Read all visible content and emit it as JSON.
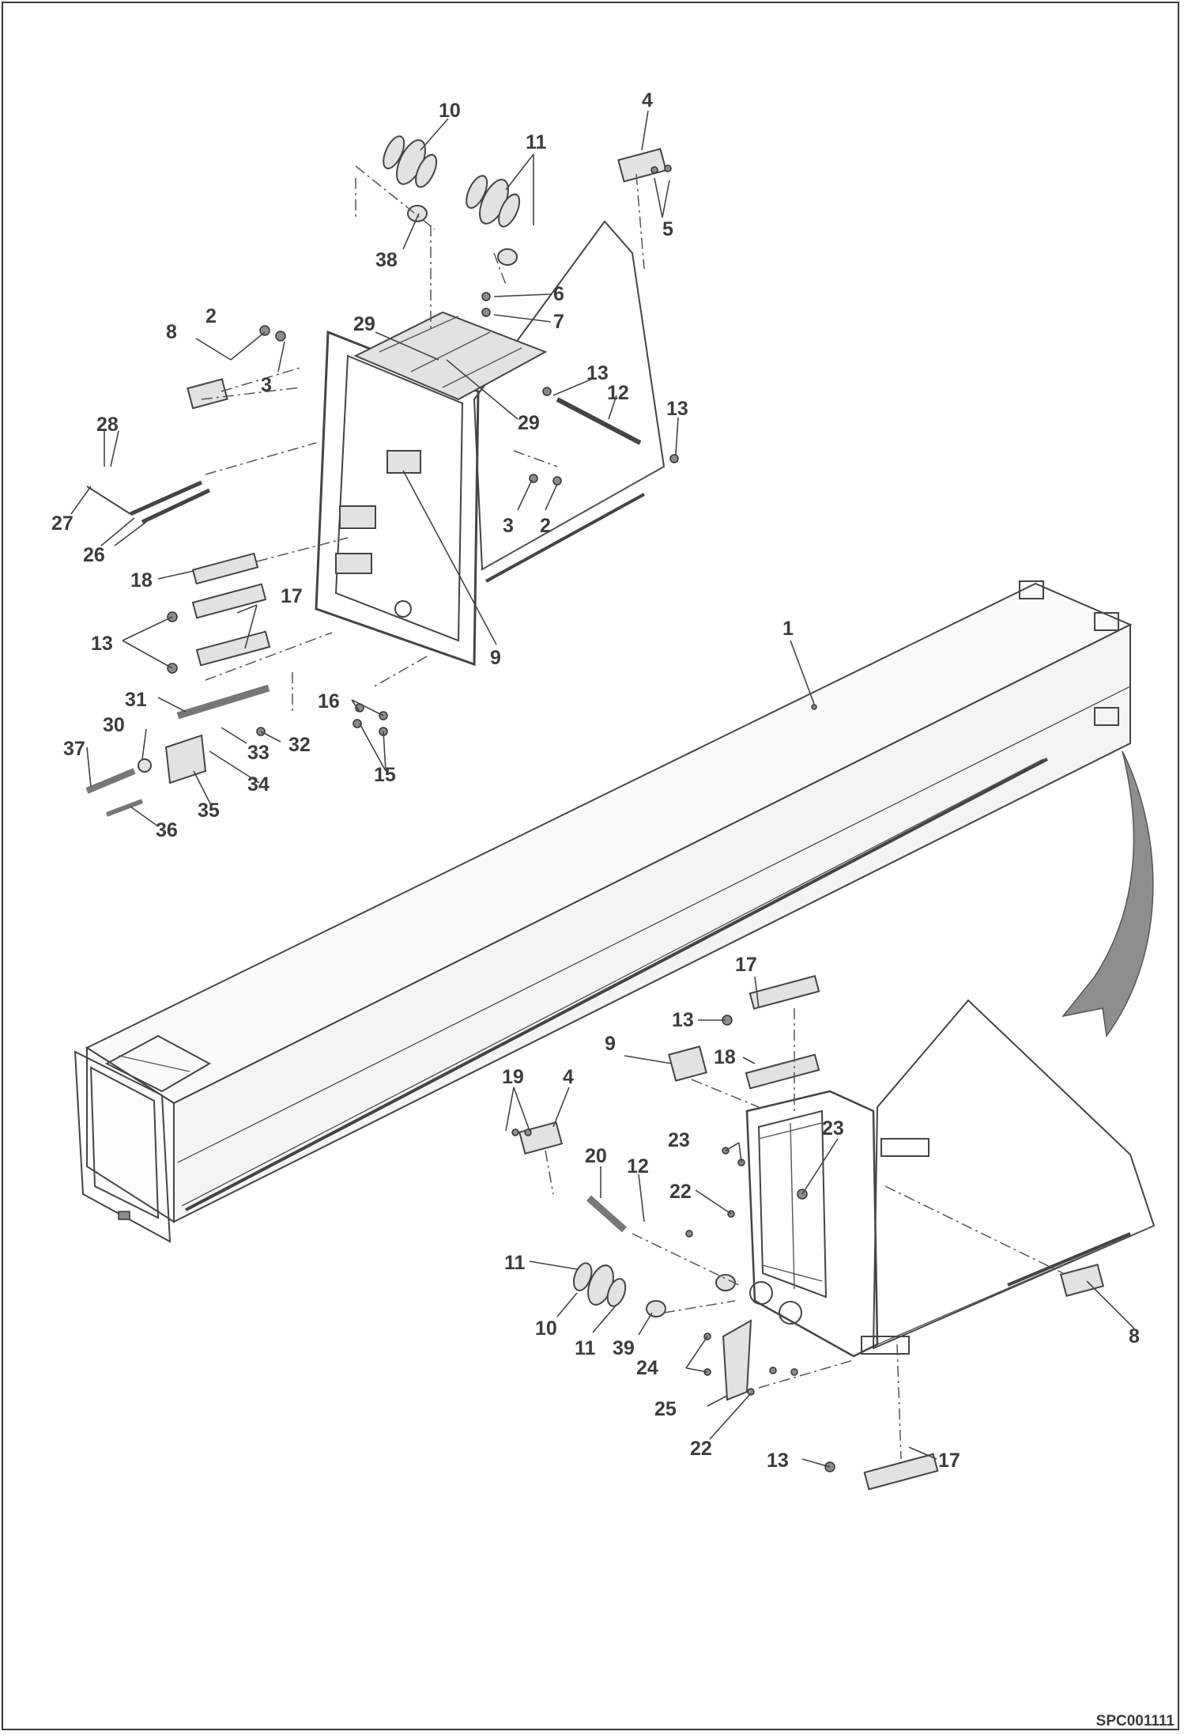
{
  "diagram": {
    "drawing_code": "SPC001111",
    "callouts": [
      "1",
      "2",
      "3",
      "4",
      "5",
      "6",
      "7",
      "8",
      "9",
      "10",
      "11",
      "12",
      "13",
      "15",
      "16",
      "17",
      "18",
      "19",
      "20",
      "22",
      "23",
      "24",
      "25",
      "26",
      "27",
      "28",
      "29",
      "30",
      "31",
      "32",
      "33",
      "34",
      "35",
      "36",
      "37",
      "38",
      "39"
    ]
  },
  "colors": {
    "line": "#444444",
    "fill": "#e2e2e2",
    "arrow": "#8e8e8e",
    "text": "#3c3c3c"
  }
}
